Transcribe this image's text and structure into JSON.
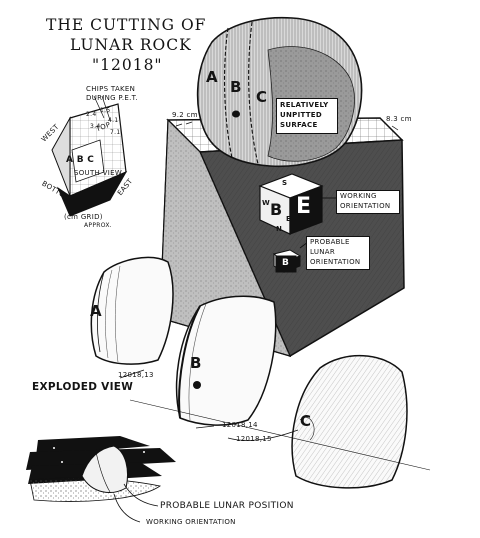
{
  "title": {
    "line1": "THE CUTTING OF",
    "line2": "LUNAR ROCK",
    "line3": "\"12018\""
  },
  "inset": {
    "chips_label_1": "CHIPS TAKEN",
    "chips_label_2": "DURING P.E.T.",
    "side_west": "WEST",
    "side_top": "TOP",
    "side_bottom": "BOTTOM",
    "side_east": "EAST",
    "face_letters": "A  B  C",
    "south_view": "SOUTH VIEW",
    "grid_note_1": "(cm GRID)",
    "grid_note_2": "APPROX.",
    "marks": [
      "2.4",
      "1.5",
      "4.1",
      "3.4",
      "7.1"
    ]
  },
  "cube": {
    "dim_left": "9.2 cm",
    "dim_right": "8.3 cm"
  },
  "rock": {
    "letter_a": "A",
    "letter_b": "B",
    "letter_c": "C",
    "surface_label_1": "RELATIVELY",
    "surface_label_2": "UNPITTED",
    "surface_label_3": "SURFACE"
  },
  "orientation": {
    "working_1": "WORKING",
    "working_2": "ORIENTATION",
    "probable_1": "PROBABLE",
    "probable_2": "LUNAR",
    "probable_3": "ORIENTATION",
    "block_e": "E",
    "block_b": "B",
    "block_b_small": "B",
    "compass_s": "S",
    "compass_w": "W",
    "compass_e": "E",
    "compass_n": "N"
  },
  "exploded": {
    "label": "EXPLODED VIEW",
    "piece_a": "A",
    "piece_b": "B",
    "piece_c": "C",
    "sample_13": "12018,13",
    "sample_14": "12018,14",
    "sample_15": "12018,15"
  },
  "bottom": {
    "probable_position": "PROBABLE LUNAR POSITION",
    "working_orientation": "WORKING ORIENTATION"
  }
}
